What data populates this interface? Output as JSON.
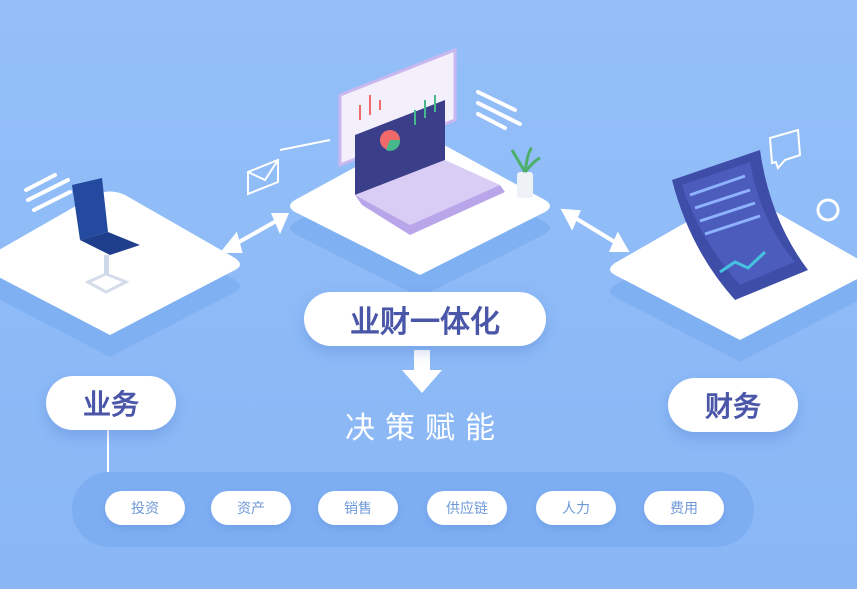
{
  "center_label": "业财一体化",
  "left_label": "业务",
  "right_label": "财务",
  "result_label": "决策赋能",
  "tags": [
    "投资",
    "资产",
    "销售",
    "供应链",
    "人力",
    "费用"
  ],
  "icons": [
    "office-chair-icon",
    "laptop-dashboard-icon",
    "document-chart-icon",
    "envelope-icon",
    "plant-icon",
    "chat-bubble-icon",
    "double-arrow-icon",
    "down-arrow-icon"
  ],
  "colors": {
    "background": "#8fbaf7",
    "label_text": "#4a56a8",
    "tag_text": "#6f9ad8",
    "strip": "#7eaef2"
  }
}
